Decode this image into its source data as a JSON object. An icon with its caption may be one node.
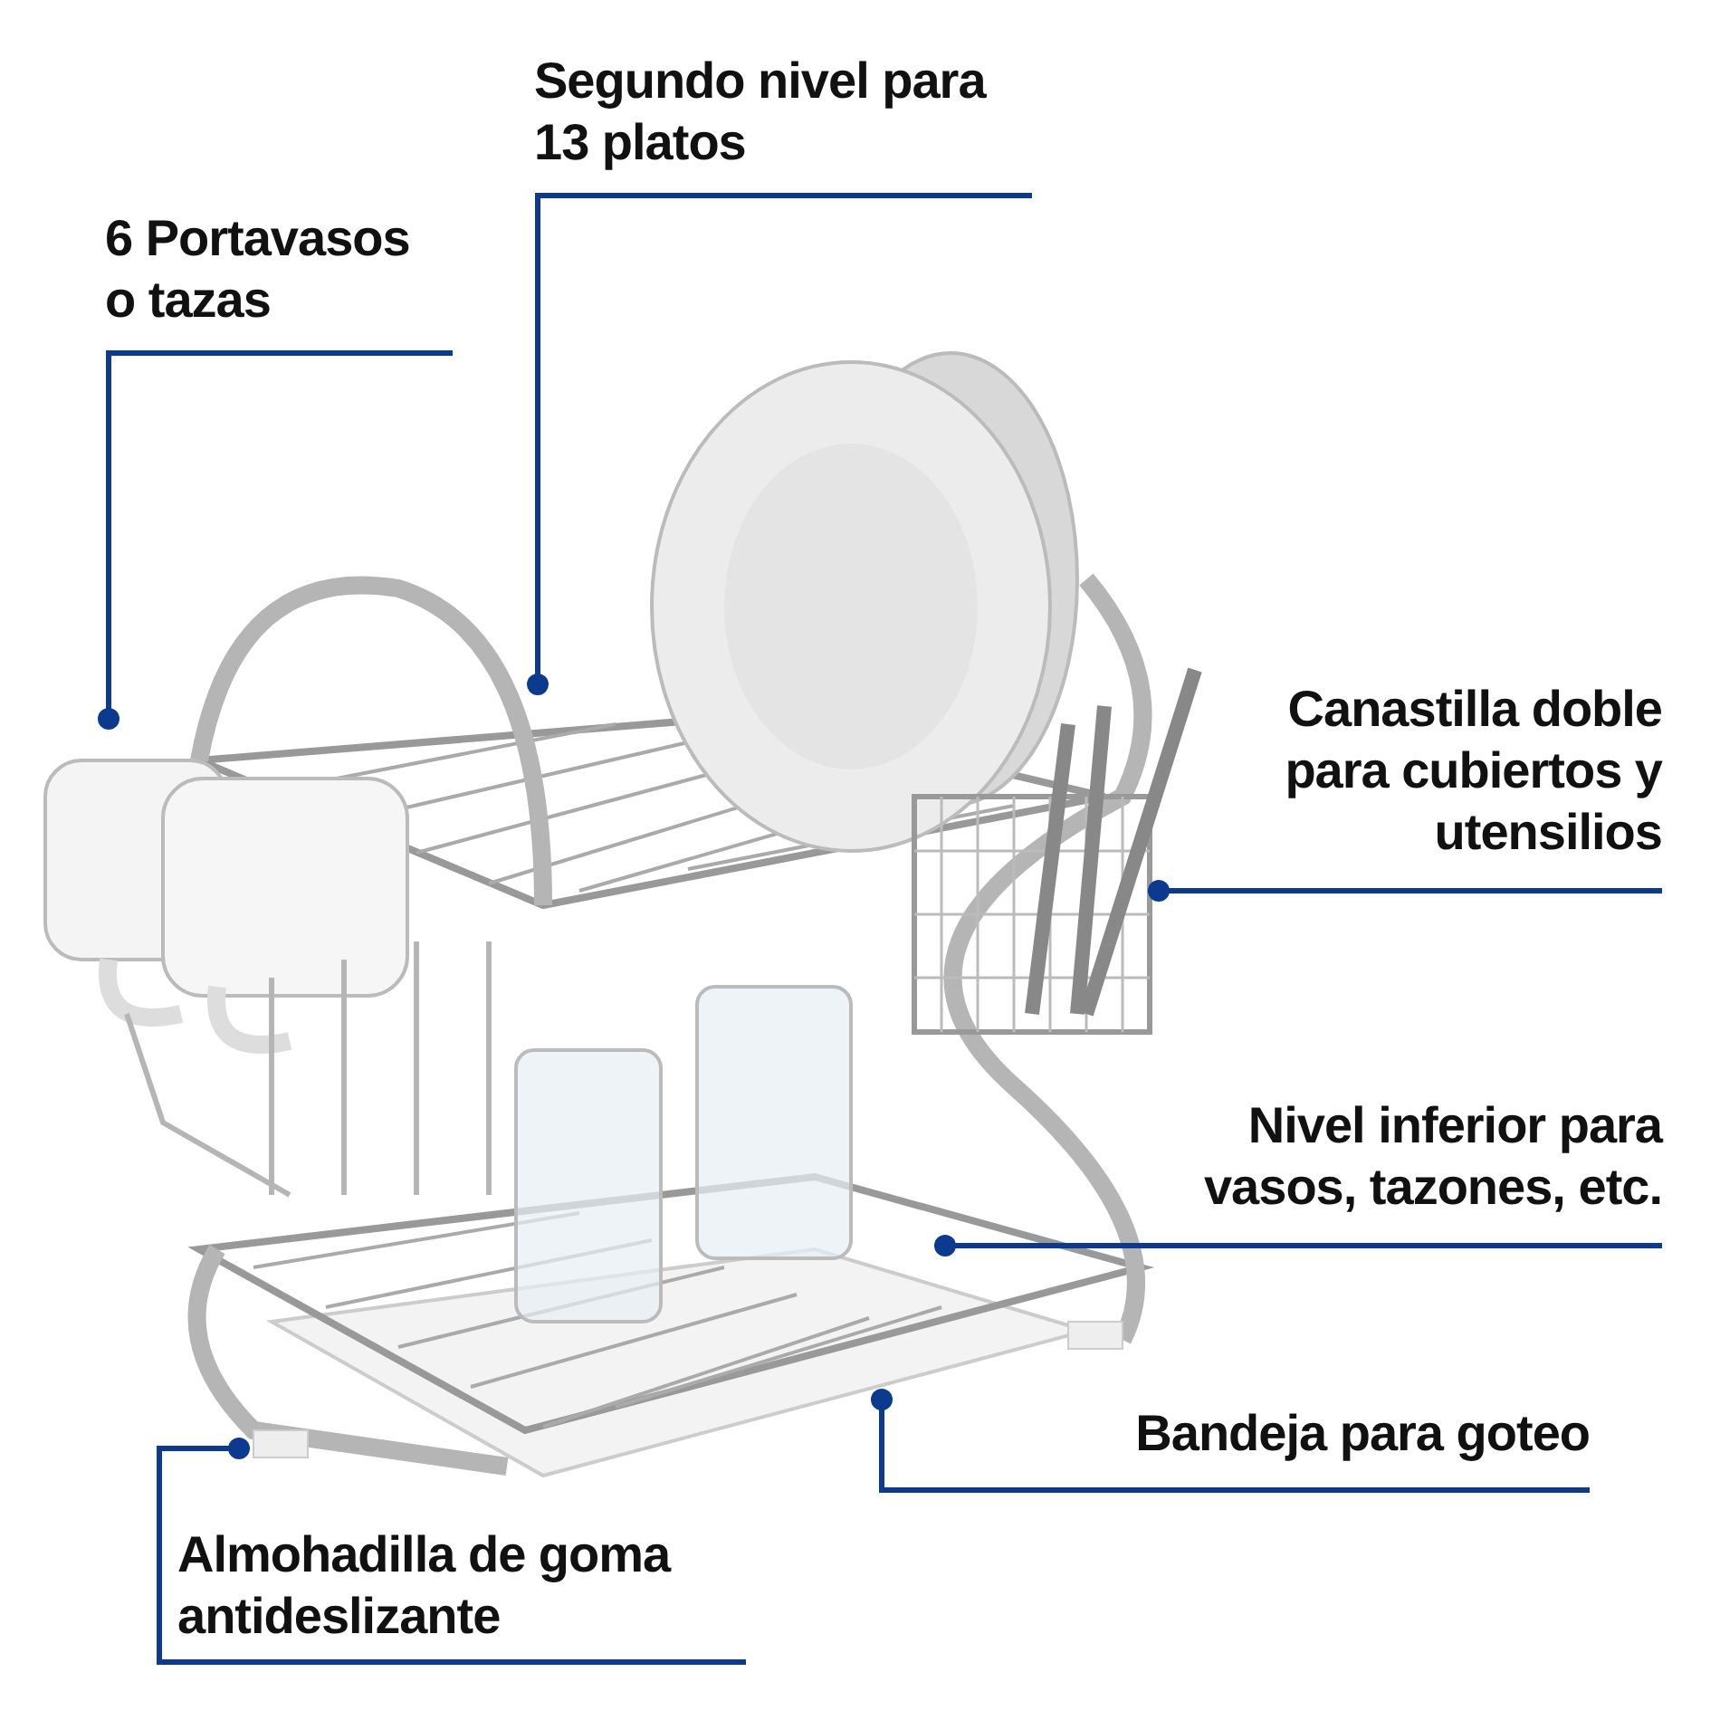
{
  "diagram": {
    "nodes": [
      {
        "text": [
          "Segundo nivel para 13 platos"
        ]
      },
      {
        "text": [
          "6 Portavasos o tazas"
        ]
      },
      {
        "text": [
          "Canastilla doble para cubiertos y utensilios"
        ]
      },
      {
        "text": [
          "Nivel inferior para vasos, tazones, etc."
        ]
      },
      {
        "text": [
          "Bandeja para goteo"
        ]
      },
      {
        "text": [
          "Almohadilla de goma antideslizante"
        ]
      }
    ],
    "edges": [
      {
        "from": 0,
        "to": null,
        "arrow": "other"
      },
      {
        "from": 1,
        "to": null,
        "arrow": "other"
      },
      {
        "from": 2,
        "to": null,
        "arrow": "other"
      },
      {
        "from": 3,
        "to": null,
        "arrow": "other"
      },
      {
        "from": 4,
        "to": null,
        "arrow": "other"
      },
      {
        "from": 5,
        "to": null,
        "arrow": "other"
      }
    ]
  }
}
